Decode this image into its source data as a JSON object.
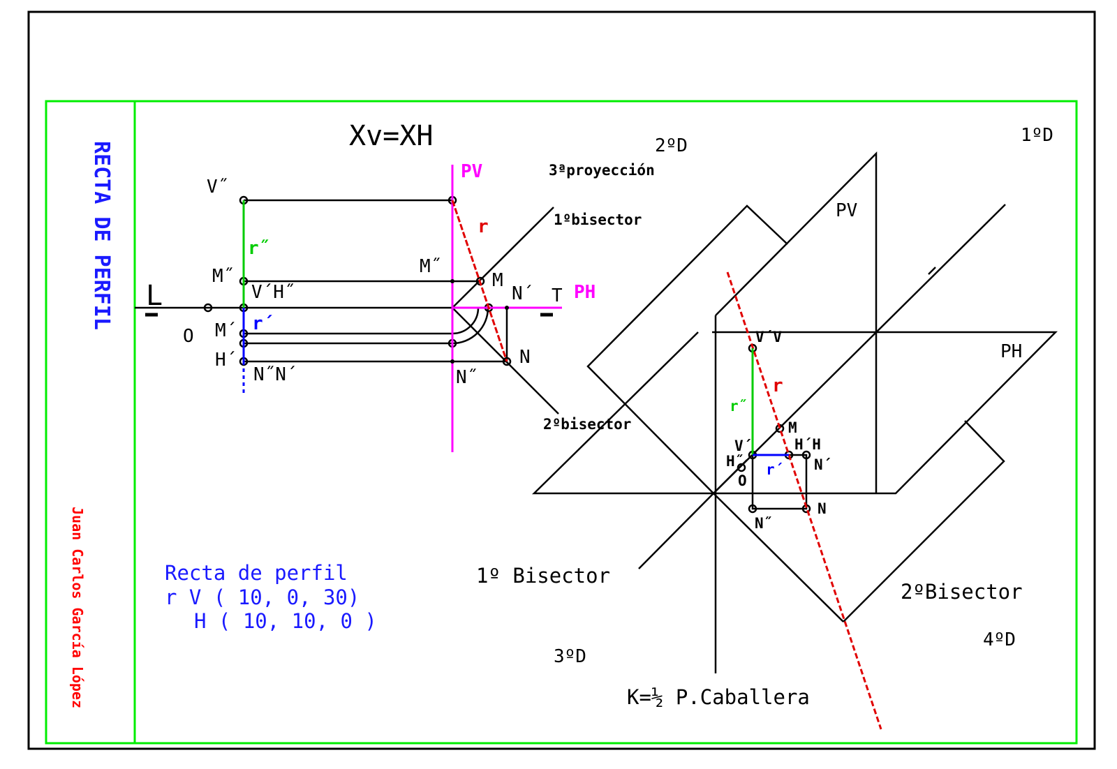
{
  "title": "RECTA DE PERFIL",
  "author": "Juan Carlos García López",
  "axis_equation": "Xv=XH",
  "planes": {
    "pv": "PV",
    "ph": "PH"
  },
  "labels": {
    "third_projection": "3ªproyección",
    "first_bisector_small": "1ºbisector",
    "second_bisector_small": "2ºbisector",
    "dihedral_1": "1ºD",
    "dihedral_2": "2ºD",
    "dihedral_3": "3ºD",
    "dihedral_4": "4ºD",
    "first_bisector": "1º Bisector",
    "second_bisector": "2ºBisector",
    "scale_note": "K=½ P.Caballera"
  },
  "points": {
    "v2": "V˝",
    "r2": "r˝",
    "m2_left": "M˝",
    "vh": "V´H˝",
    "m1_left": "M´",
    "r1": "r´",
    "h1": "H´",
    "n2n1": "N˝N´",
    "l": "L",
    "t": "T",
    "o": "O",
    "m2_mid": "M˝",
    "m": "M",
    "n1": "N´",
    "n": "N",
    "n2_mid": "N˝",
    "r": "r"
  },
  "iso_points": {
    "vv": "V´V",
    "r": "r",
    "r2": "r˝",
    "m": "M",
    "v1": "V´",
    "hh": "H´H",
    "h2": "H˝",
    "n1": "N´",
    "r1": "r´",
    "o": "O",
    "n": "N",
    "n2": "N˝"
  },
  "data_block": {
    "line1": "Recta de perfil",
    "line2": "r V ( 10, 0, 30)",
    "line3": "H ( 10, 10, 0 )"
  },
  "colors": {
    "frame": "#000000",
    "border": "#00ee00",
    "title": "#1a1aff",
    "author": "#ff0000",
    "line_r": "#e00000",
    "projection_plane": "#ff00ff",
    "r_double_prime": "#00cc00",
    "r_prime": "#0000ff",
    "data_text": "#1a1aff"
  }
}
